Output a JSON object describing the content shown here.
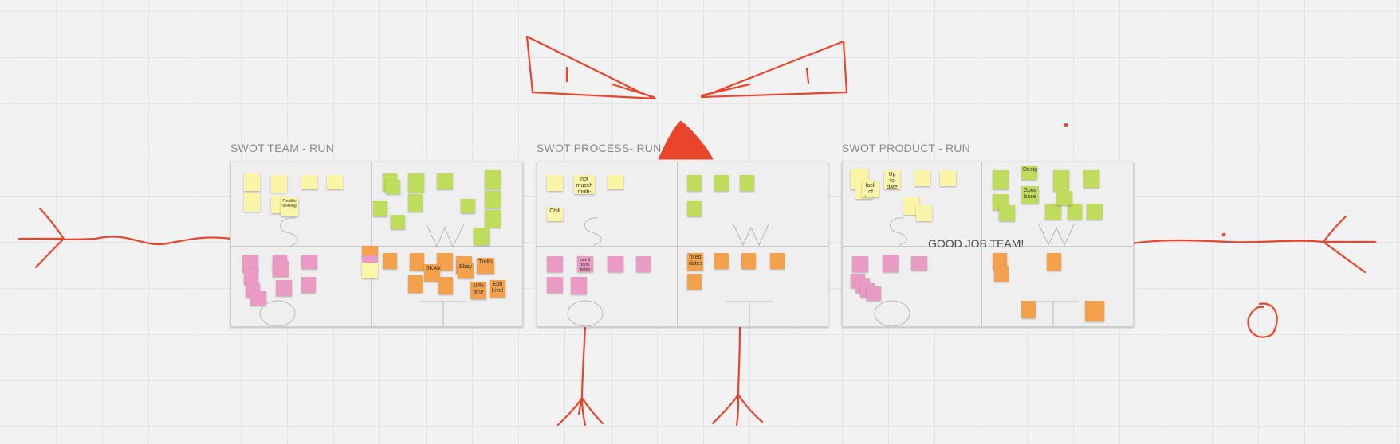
{
  "board": {
    "frames": [
      {
        "title": "SWOT TEAM - RUN"
      },
      {
        "title": "SWOT PROCESS- RUN"
      },
      {
        "title": "SWOT PRODUCT - RUN"
      }
    ],
    "canvas_text": "GOOD JOB TEAM!",
    "sticky_texts": {
      "team_s": [
        "",
        "",
        "",
        "",
        "",
        "",
        ""
      ],
      "process_s_1": "not mucch multi-tasking",
      "process_s_2": "Chill",
      "process_o": "use it tools better",
      "process_t_1": "fixed dates",
      "product_s_1": "lack of bugs",
      "product_s_2": "Up to date",
      "product_w_1": "Design",
      "product_w_2": "Good base",
      "team_o_1": "SKAM",
      "team_o_2": "Ebay",
      "team_o_3": "Trello",
      "team_o_4": "10% time",
      "team_o_5": "Ebb level",
      "team_s_1": "Flexible working"
    },
    "colors": {
      "yellow": "#fbf6a7",
      "green": "#bfdc5d",
      "pink": "#e99bc4",
      "orange": "#f4a14d",
      "drawing_red": "#e8452c"
    }
  }
}
